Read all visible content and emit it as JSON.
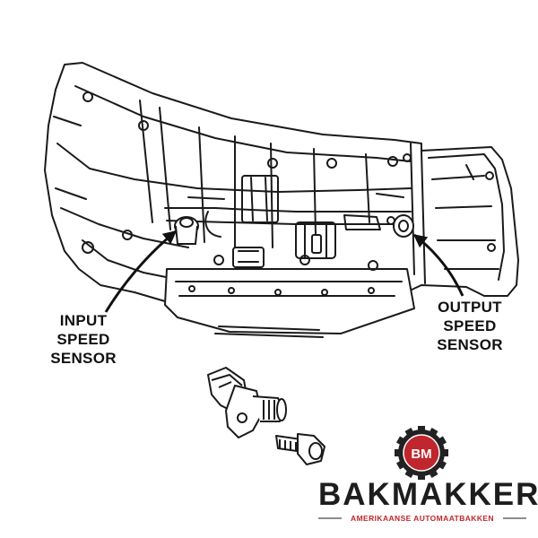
{
  "callouts": {
    "input_speed_sensor": [
      "INPUT",
      "SPEED",
      "SENSOR"
    ],
    "output_speed_sensor": [
      "OUTPUT",
      "SPEED",
      "SENSOR"
    ]
  },
  "brand": {
    "monogram": "BM",
    "wordmark": "BAKMAKKER",
    "tagline": "AMERIKAANSE AUTOMAATBAKKEN",
    "accent_color": "#c0262d"
  }
}
